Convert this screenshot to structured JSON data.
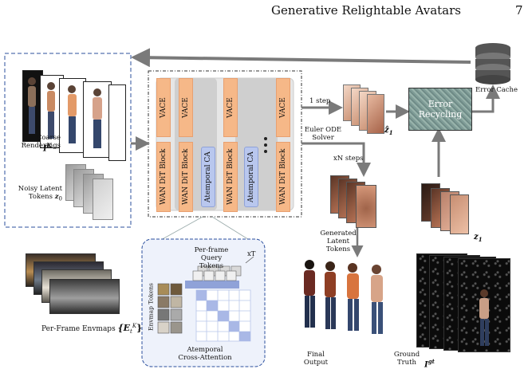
{
  "header": {
    "title": "Generative Relightable Avatars",
    "page_number": "7"
  },
  "labels": {
    "coarse_renderings": "Coarse Renderings",
    "coarse_sym": "I",
    "coarse_sup": "K",
    "noisy_latent": "Noisy Latent Tokens",
    "noisy_sym": "z",
    "noisy_sub": "0",
    "vace": "VACE",
    "wan_dit": "WAN DiT Block",
    "atemporal_ca": "Atemporal CA",
    "one_step": "1 step",
    "euler_ode": "Euler ODE Solver",
    "xn_steps": "xN steps",
    "z1_hat": "ẑ",
    "z1_hat_sub": "1",
    "error_recycling": "Error Recycling",
    "error_cache": "Error Cache",
    "generated_latent": "Generated Latent Tokens",
    "z1": "z",
    "z1_sub": "1",
    "per_frame_query": "Per-frame Query Tokens",
    "xt": "xT",
    "envmap_tokens": "Envmap Tokens",
    "atemporal_cross": "Atemporal Cross-Attention",
    "per_frame_envmaps": "Per-Frame Envmaps",
    "envmap_math": "{E",
    "envmap_sub": "t",
    "envmap_sup": "K",
    "envmap_close": "}",
    "final_output": "Final Output",
    "ground_truth": "Ground Truth",
    "gt_sym": "I",
    "gt_sup": "gt"
  },
  "colors": {
    "vace_orange": "#f6b888",
    "atemporal_blue": "#b9c7ee",
    "arrow_gray": "#7a7a7a",
    "dashed_blue": "#2b4f9e",
    "error_box_green": "#7f9c97"
  }
}
